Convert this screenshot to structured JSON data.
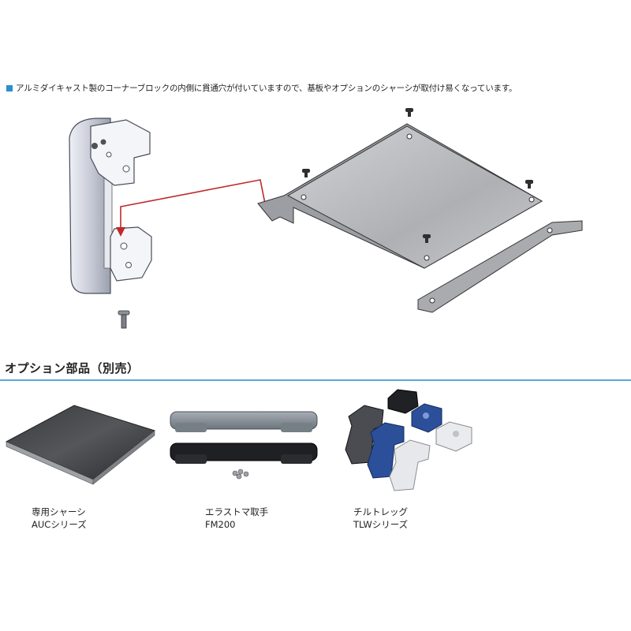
{
  "note": {
    "text": "アルミダイキャスト製のコーナーブロックの内側に貫通穴が付いていますので、基板やオプションのシャーシが取付け易くなっています。",
    "bullet_color": "#2a8fcf"
  },
  "section": {
    "title": "オプション部品（別売）",
    "rule_color": "#5aa9d6"
  },
  "options": [
    {
      "name": "専用シャーシ",
      "series": "AUCシリーズ"
    },
    {
      "name": "エラストマ取手",
      "series": "FM200"
    },
    {
      "name": "チルトレッグ",
      "series": "TLWシリーズ"
    }
  ],
  "colors": {
    "arrow": "#c0282a",
    "panel": "#b8b9bd",
    "leg_blue": "#2c4f9a"
  }
}
